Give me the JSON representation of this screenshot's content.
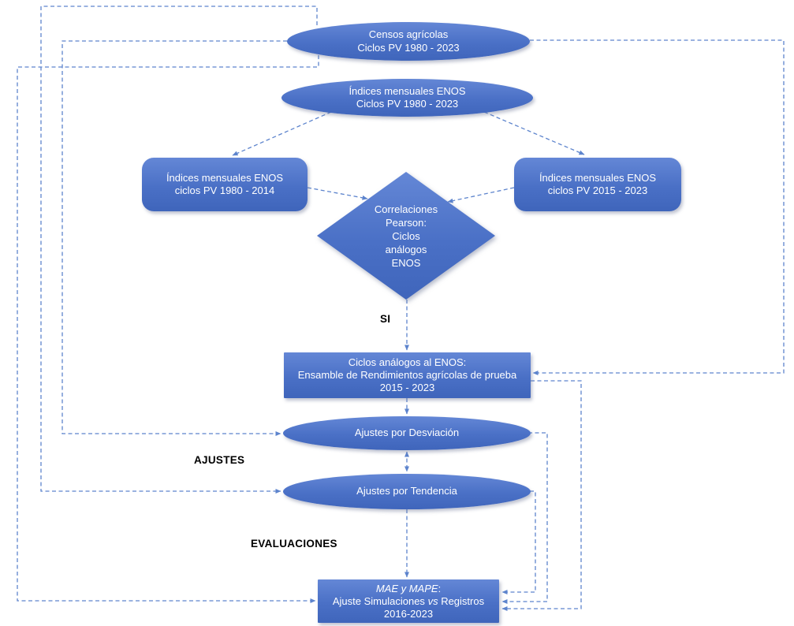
{
  "diagram": {
    "nodes": {
      "censos": {
        "line1": "Censos agrícolas",
        "line2": "Ciclos PV 1980 - 2023"
      },
      "indices_enos": {
        "line1": "Índices mensuales ENOS",
        "line2": "Ciclos PV 1980 - 2023"
      },
      "indices_1980_2014": {
        "line1": "Índices mensuales ENOS",
        "line2": "ciclos PV 1980 - 2014"
      },
      "indices_2015_2023": {
        "line1": "Índices mensuales ENOS",
        "line2": "ciclos PV 2015 - 2023"
      },
      "correlaciones": {
        "line1": "Correlaciones",
        "line2": "Pearson:",
        "line3": "Ciclos",
        "line4": "análogos",
        "line5": "ENOS"
      },
      "ciclos_analogos": {
        "line1": "Ciclos análogos al ENOS:",
        "line2": "Ensamble de Rendimientos agrícolas de prueba",
        "line3": "2015 - 2023"
      },
      "ajustes_desviacion": {
        "label": "Ajustes por Desviación"
      },
      "ajustes_tendencia": {
        "label": "Ajustes por Tendencia"
      },
      "mae_mape": {
        "line1_italic": "MAE y MAPE",
        "line1_rest": ":",
        "line2_a": "Ajuste Simulaciones",
        "line2_vs": "vs",
        "line2_b": "Registros",
        "line3": "2016-2023"
      }
    },
    "labels": {
      "si": "SI",
      "ajustes": "AJUSTES",
      "evaluaciones": "EVALUACIONES"
    },
    "colors": {
      "node-fill-top": "#6487d6",
      "node-fill-bottom": "#3f65bb",
      "connector": "#5d84cd",
      "node-text": "#ffffff",
      "label-text": "#000000"
    }
  }
}
